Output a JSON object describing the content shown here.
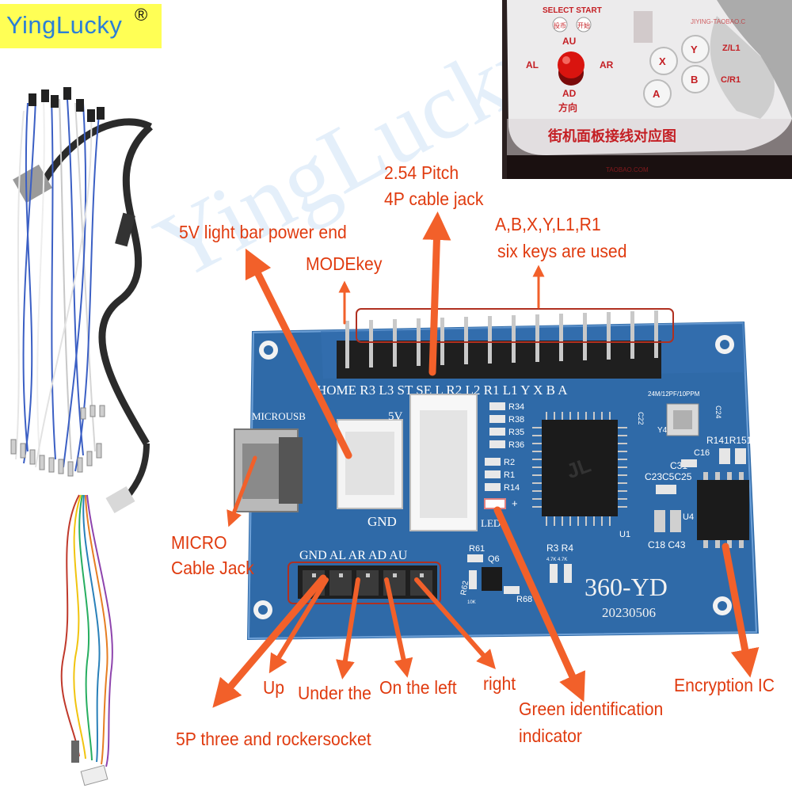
{
  "brand": {
    "name": "YingLucky",
    "registered": "®",
    "bg": "#ffff55",
    "color": "#2c7fd6"
  },
  "watermark": "YingLucky",
  "inset": {
    "select_start": "SELECT START",
    "coin": "投币",
    "start": "开始",
    "au": "AU",
    "al": "AL",
    "ar": "AR",
    "ad": "AD",
    "direction": "方向",
    "keys": {
      "x": "X",
      "y": "Y",
      "a": "A",
      "b": "B",
      "zl1": "Z/L1",
      "cr1": "C/R1"
    },
    "caption": "街机面板接线对应图",
    "url_top": "JIYING-TAOBAO.C",
    "url_bottom": "TAOBAO.COM"
  },
  "pcb": {
    "pin_labels": "HOME R3 L3 ST SE L R2 L2 R1 L1 Y X B A",
    "crystal_spec": "24M/12PF/10PPM",
    "microusb": "MICROUSB",
    "five_v": "5V",
    "gnd": "GND",
    "led": "LED",
    "joy_labels": "GND AL AR AD AU",
    "model": "360-YD",
    "date": "20230506",
    "refs": {
      "r34": "R34",
      "r38": "R38",
      "r35": "R35",
      "r36": "R36",
      "r2": "R2",
      "r1": "R1",
      "r14": "R14",
      "r61": "R61",
      "q6": "Q6",
      "r62": "R62",
      "r68": "R68",
      "r3r4": "R3 R4",
      "u1": "U1",
      "u4": "U4",
      "y4": "Y4",
      "c22": "C22",
      "c24": "C24",
      "r141r151": "R141R151",
      "c16": "C16",
      "c31": "C31",
      "c23c5c25": "C23C5C25",
      "c18c43": "C18 C43",
      "r41": "4.7K 4.7K",
      "r10k": "10K"
    },
    "board_color": "#2f6aa8"
  },
  "annotations": {
    "pitch_line1": "2.54 Pitch",
    "pitch_line2": "4P cable jack",
    "light_bar": "5V light bar power end",
    "mode_key": "MODEkey",
    "six_keys_line1": "A,B,X,Y,L1,R1",
    "six_keys_line2": "six keys are used",
    "micro_line1": "MICRO",
    "micro_line2": "Cable Jack",
    "up": "Up",
    "under": "Under the",
    "left": "On the left",
    "right": "right",
    "green_line1": "Green identification",
    "green_line2": "indicator",
    "encryption": "Encryption IC",
    "socket": "5P three and rockersocket",
    "color": "#e03b0f",
    "arrow_color": "#f2602a"
  }
}
